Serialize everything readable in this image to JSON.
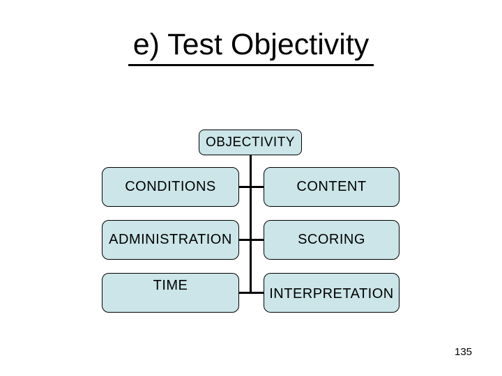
{
  "slide": {
    "title": "e) Test Objectivity",
    "page_number": "135",
    "background": "#ffffff"
  },
  "diagram": {
    "root": {
      "label": "OBJECTIVITY"
    },
    "rows": [
      {
        "left": "CONDITIONS",
        "right": "CONTENT"
      },
      {
        "left": "ADMINISTRATION",
        "right": "SCORING"
      },
      {
        "left": "TIME",
        "right": "INTERPRETATION"
      }
    ],
    "colors": {
      "box_fill": "#cbe5e8",
      "box_border": "#000000",
      "connector": "#000000"
    }
  }
}
